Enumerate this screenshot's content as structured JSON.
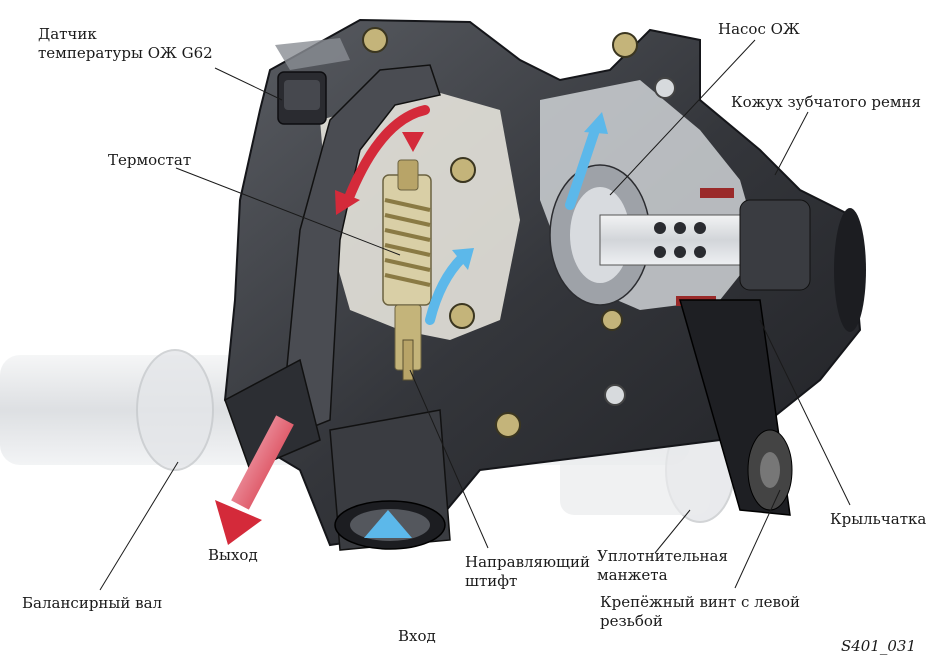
{
  "labels": {
    "sensor_line1": "Датчик",
    "sensor_line2": "температуры ОЖ G62",
    "thermostat": "Термостат",
    "pump": "Насос ОЖ",
    "belt_cover": "Кожух зубчатого ремня",
    "impeller": "Крыльчатка",
    "outlet": "Выход",
    "guide_pin_line1": "Направляющий",
    "guide_pin_line2": "штифт",
    "seal_line1": "Уплотнительная",
    "seal_line2": "манжета",
    "bolt_line1": "Крепёжный винт с левой",
    "bolt_line2": "резьбой",
    "balancer_shaft": "Балансирный вал",
    "inlet": "Вход"
  },
  "figure_id": "S401_031",
  "colors": {
    "hot_flow": "#d42a3a",
    "cold_flow": "#5cb8ea",
    "housing": "#3d3f44",
    "housing_light": "#6b6e75",
    "brass": "#b8a468",
    "shaft": "#dcdfe2"
  }
}
